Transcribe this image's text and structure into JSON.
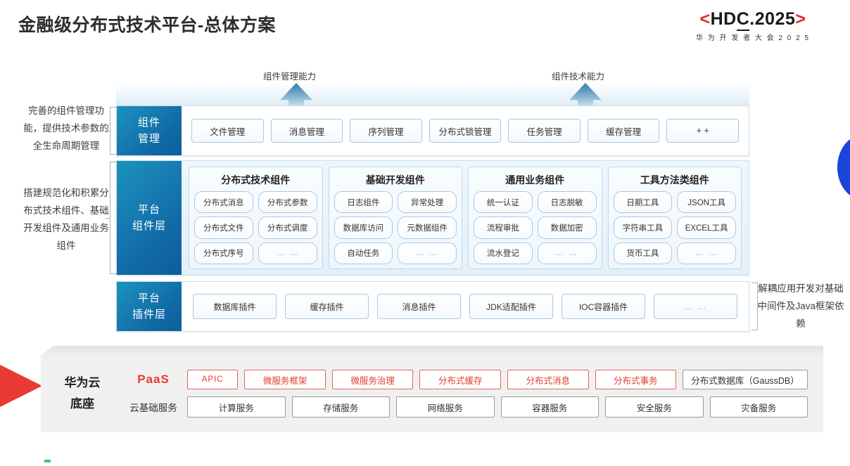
{
  "header": {
    "title": "金融级分布式技术平台-总体方案",
    "logo_bracket_left": "<",
    "logo_text_h": "HD",
    "logo_text_c": "C",
    "logo_text_rest": ".2025",
    "logo_bracket_right": ">",
    "logo_subtitle": "华 为 开 发 者 大 会 2 0 2 5"
  },
  "arrows": {
    "left_caption": "组件管理能力",
    "right_caption": "组件技术能力"
  },
  "notes": {
    "left_top": "完善的组件管理功能，提供技术参数的全生命周期管理",
    "left_bottom": "搭建规范化和积累分布式技术组件、基础开发组件及通用业务组件",
    "right": "解耦应用开发对基础中间件及Java框架依赖"
  },
  "layers": {
    "management": {
      "label_line1": "组件",
      "label_line2": "管理",
      "items": [
        "文件管理",
        "消息管理",
        "序列管理",
        "分布式锁管理",
        "任务管理",
        "缓存管理",
        "+ +"
      ]
    },
    "platform": {
      "label_line1": "平台",
      "label_line2": "组件层",
      "groups": [
        {
          "title": "分布式技术组件",
          "cells": [
            "分布式消息",
            "分布式参数",
            "分布式文件",
            "分布式调度",
            "分布式序号",
            "… …"
          ]
        },
        {
          "title": "基础开发组件",
          "cells": [
            "日志组件",
            "异常处理",
            "数据库访问",
            "元数据组件",
            "自动任务",
            "… …"
          ]
        },
        {
          "title": "通用业务组件",
          "cells": [
            "统一认证",
            "日志脱敏",
            "流程审批",
            "数据加密",
            "流水登记",
            "… …"
          ]
        },
        {
          "title": "工具方法类组件",
          "cells": [
            "日期工具",
            "JSON工具",
            "字符串工具",
            "EXCEL工具",
            "货币工具",
            "… …"
          ]
        }
      ]
    },
    "plugin": {
      "label_line1": "平台",
      "label_line2": "插件层",
      "items": [
        "数据库插件",
        "缓存插件",
        "消息插件",
        "JDK适配插件",
        "IOC容器插件",
        "… …"
      ]
    }
  },
  "cloud": {
    "label_line1": "华为云",
    "label_line2": "底座",
    "paas_tag": "PaaS",
    "basic_tag": "云基础服务",
    "paas_items": [
      "APIC",
      "微服务框架",
      "微服务治理",
      "分布式缓存",
      "分布式消息",
      "分布式事务",
      "分布式数据库（GaussDB）"
    ],
    "basic_items": [
      "计算服务",
      "存储服务",
      "网络服务",
      "容器服务",
      "安全服务",
      "灾备服务"
    ]
  },
  "colors": {
    "accent_red": "#e23b2f",
    "accent_blue": "#1169a4",
    "deco_blue": "#1a45d8",
    "deco_red": "#ea3a33"
  }
}
